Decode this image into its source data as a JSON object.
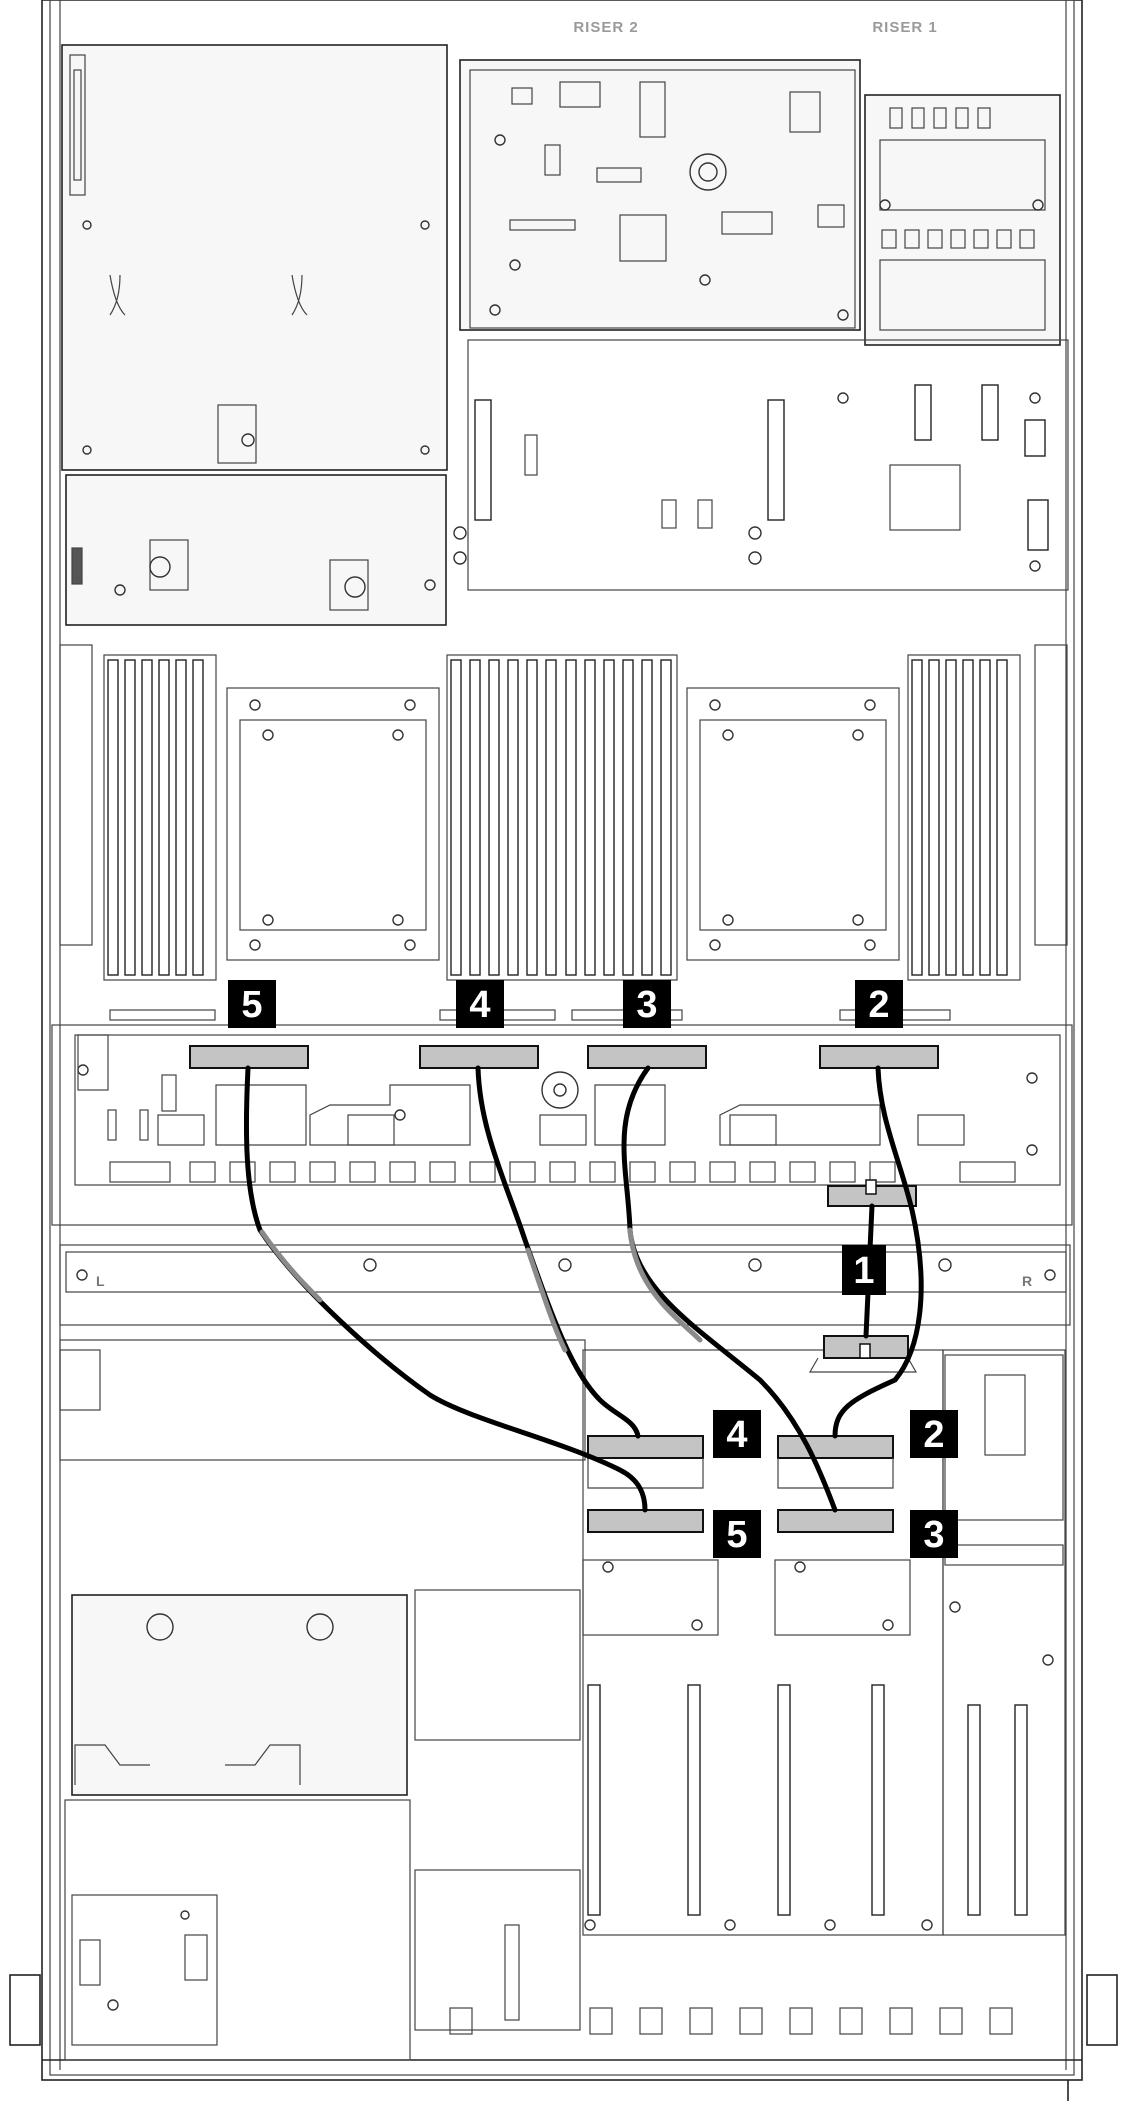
{
  "diagram": {
    "labels": {
      "riser_2": "RISER 2",
      "riser_1": "RISER 1",
      "left_side": "L",
      "right_side": "R"
    },
    "callouts": [
      {
        "id": "1",
        "text": "1"
      },
      {
        "id": "2",
        "text": "2"
      },
      {
        "id": "3",
        "text": "3"
      },
      {
        "id": "4",
        "text": "4"
      },
      {
        "id": "5",
        "text": "5"
      }
    ],
    "colors": {
      "cable": "#000000",
      "cable_highlight": "#8a8a8a",
      "connector": "#c4c4c4",
      "callout_badge": "#000000",
      "callout_text": "#ffffff"
    }
  }
}
